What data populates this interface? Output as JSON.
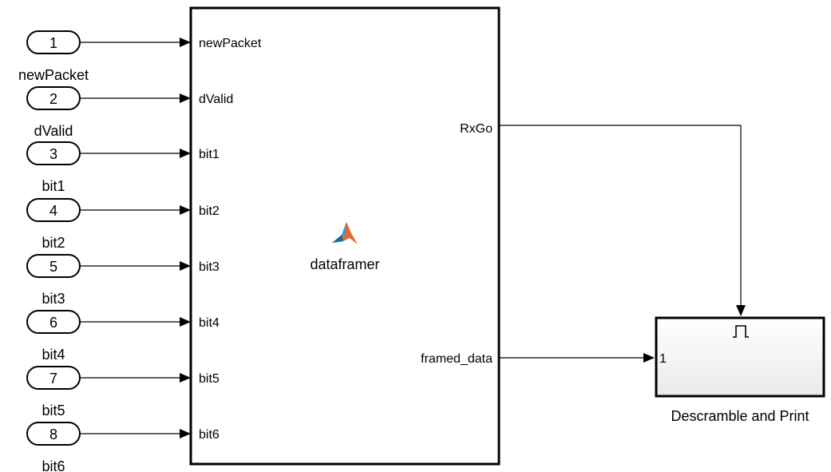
{
  "diagram": {
    "inports": [
      {
        "number": "1",
        "name": "newPacket"
      },
      {
        "number": "2",
        "name": "dValid"
      },
      {
        "number": "3",
        "name": "bit1"
      },
      {
        "number": "4",
        "name": "bit2"
      },
      {
        "number": "5",
        "name": "bit3"
      },
      {
        "number": "6",
        "name": "bit4"
      },
      {
        "number": "7",
        "name": "bit5"
      },
      {
        "number": "8",
        "name": "bit6"
      }
    ],
    "main_block": {
      "name": "dataframer",
      "icon": "matlab-logo-icon",
      "input_ports": [
        "newPacket",
        "dValid",
        "bit1",
        "bit2",
        "bit3",
        "bit4",
        "bit5",
        "bit6"
      ],
      "output_ports": [
        "RxGo",
        "framed_data"
      ]
    },
    "subsystem": {
      "name": "Descramble and Print",
      "input_port": "1",
      "trigger_icon": "trigger-pulse-icon"
    }
  },
  "colors": {
    "line": "#000000",
    "block_border": "#000000",
    "subsystem_fill_top": "#ffffff",
    "subsystem_fill_bottom": "#eeeeee",
    "matlab_logo_orange": "#e16737",
    "matlab_logo_blue": "#0076a8"
  }
}
